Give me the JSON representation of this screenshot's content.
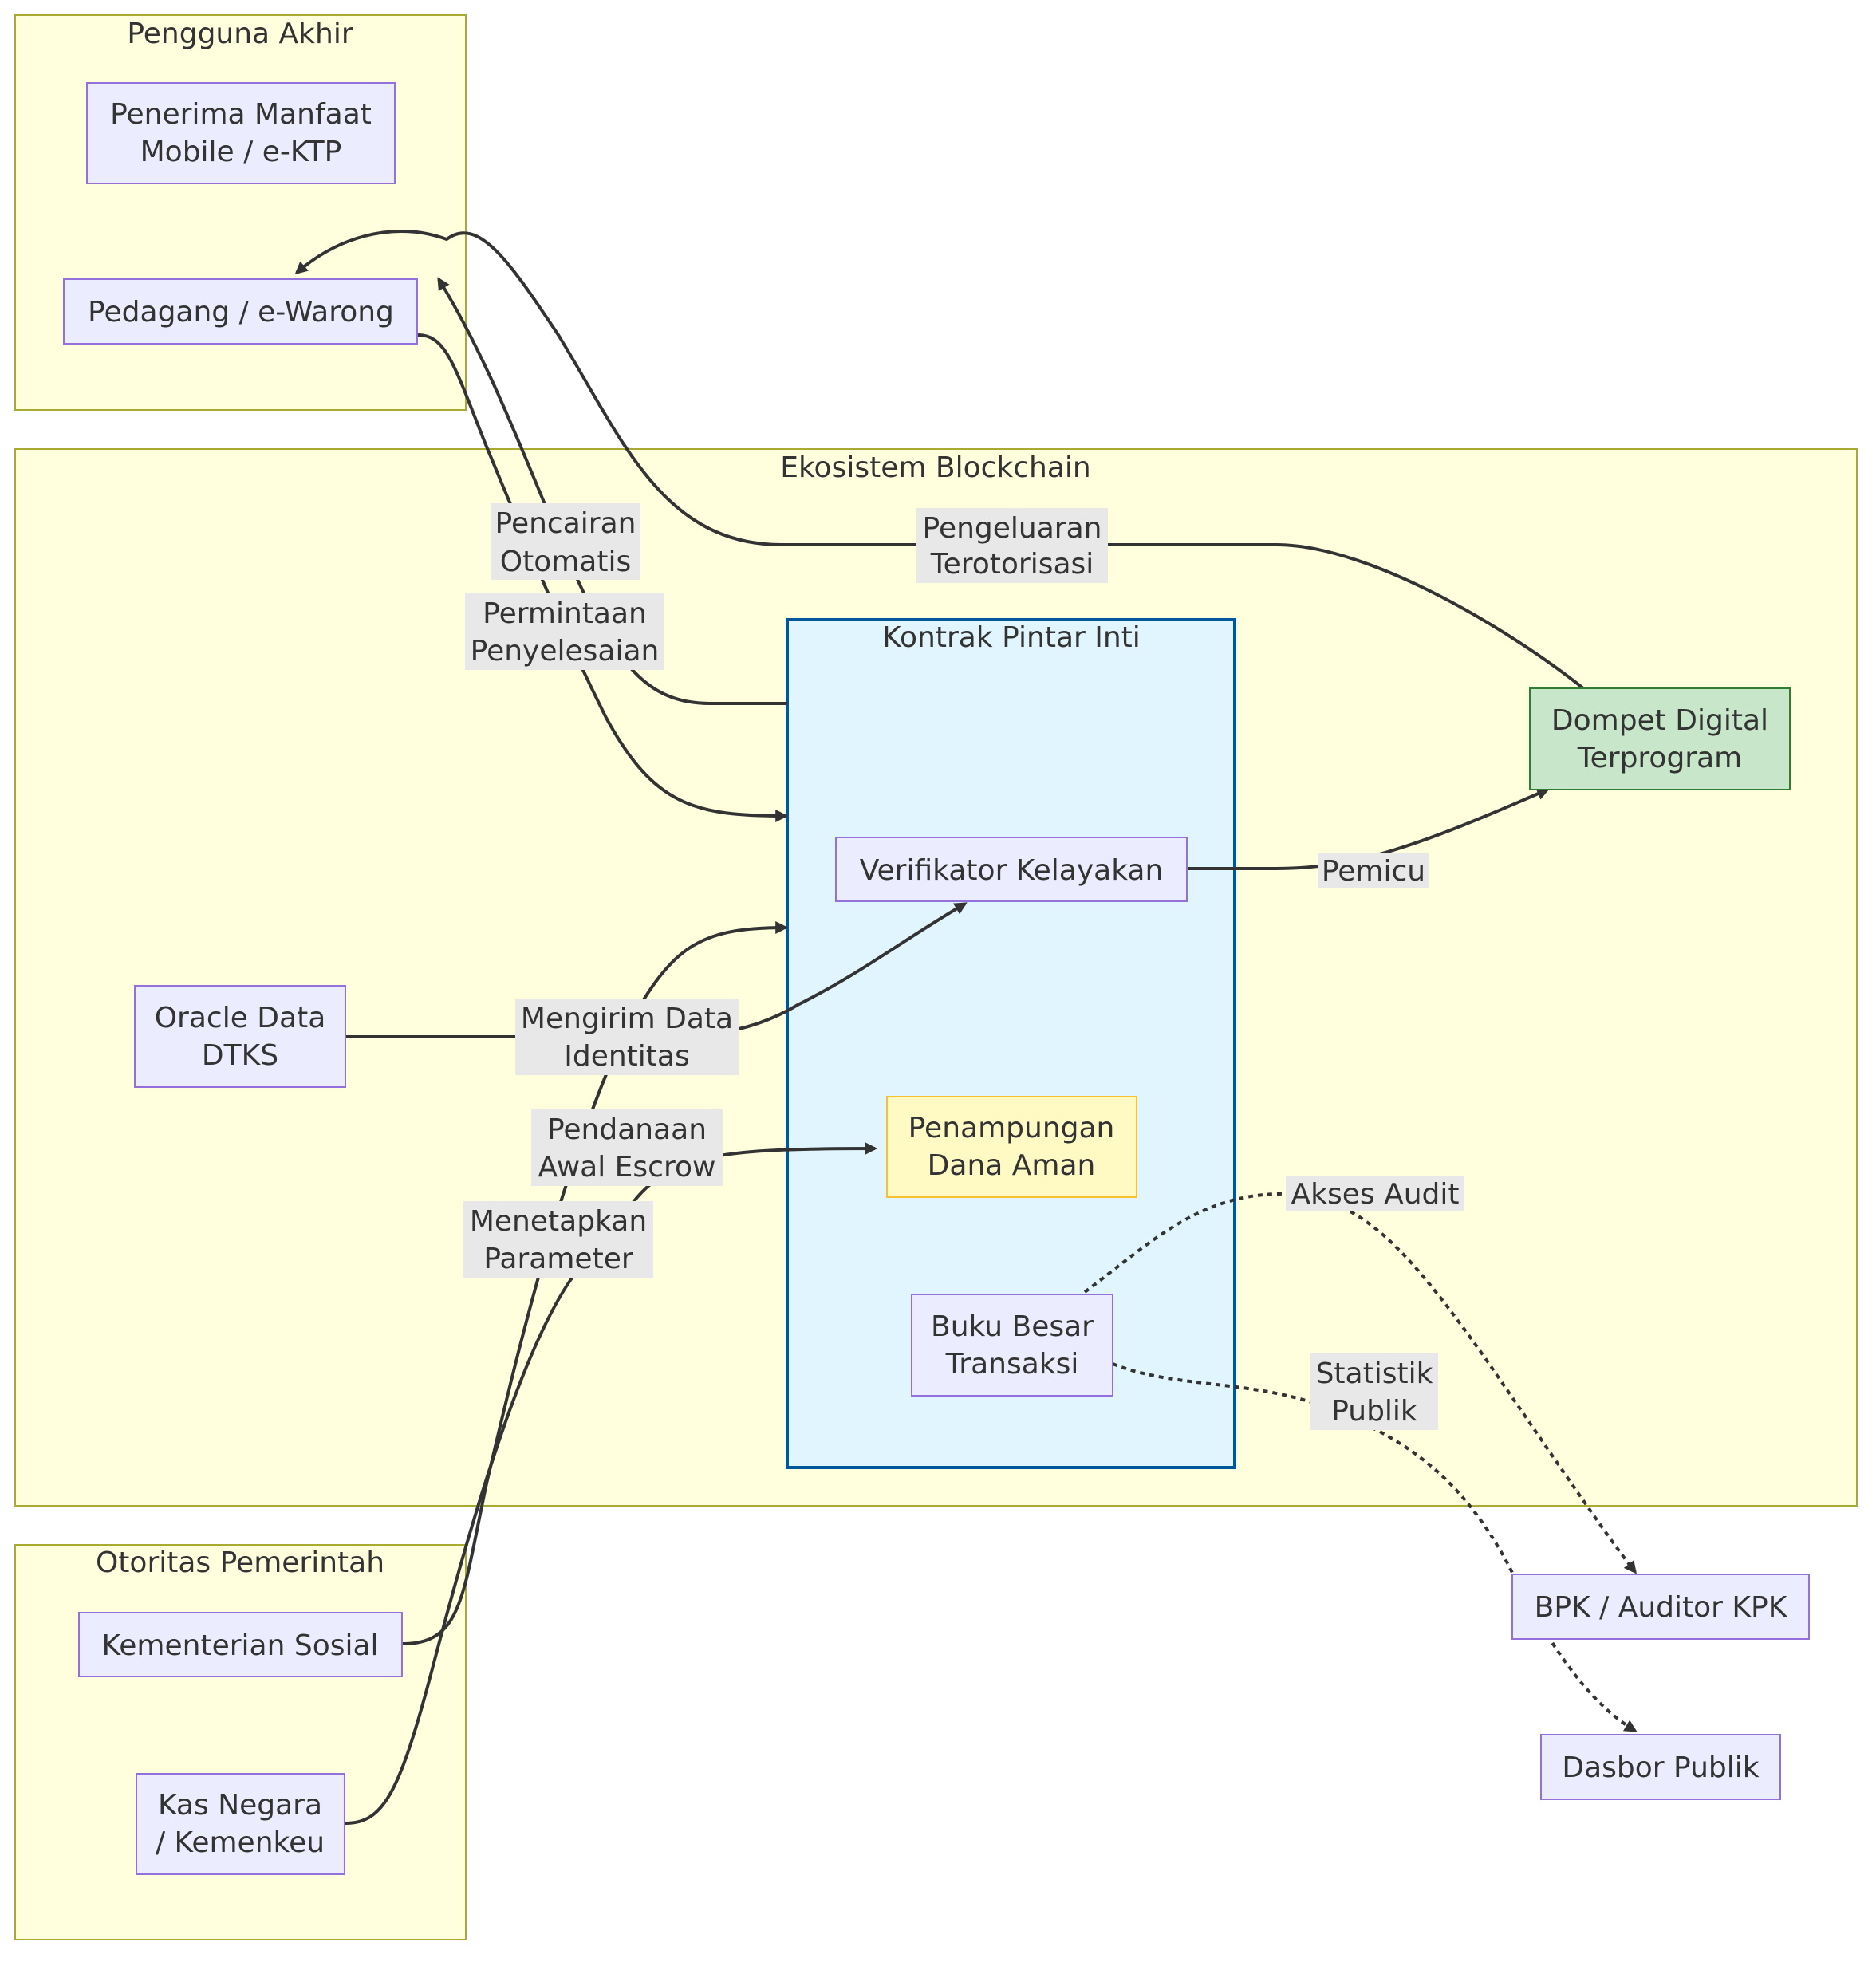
{
  "clusters": {
    "end_users": "Pengguna Akhir",
    "blockchain": "Ekosistem Blockchain",
    "core_contract": "Kontrak Pintar Inti",
    "government": "Otoritas Pemerintah"
  },
  "nodes": {
    "beneficiary": [
      "Penerima Manfaat",
      "Mobile / e-KTP"
    ],
    "merchant": [
      "Pedagang / e-Warong"
    ],
    "wallet": [
      "Dompet Digital",
      "Terprogram"
    ],
    "verifier": [
      "Verifikator Kelayakan"
    ],
    "oracle": [
      "Oracle Data",
      "DTKS"
    ],
    "escrow": [
      "Penampungan",
      "Dana Aman"
    ],
    "ledger": [
      "Buku Besar",
      "Transaksi"
    ],
    "ministry": [
      "Kementerian Sosial"
    ],
    "treasury": [
      "Kas Negara",
      "/ Kemenkeu"
    ],
    "auditor": [
      "BPK / Auditor KPK"
    ],
    "dashboard": [
      "Dasbor Publik"
    ]
  },
  "edges": {
    "auto_disbursement": [
      "Pencairan",
      "Otomatis"
    ],
    "authorized_spending": [
      "Pengeluaran",
      "Terotorisasi"
    ],
    "settlement_request": [
      "Permintaan",
      "Penyelesaian"
    ],
    "trigger": [
      "Pemicu"
    ],
    "send_identity": [
      "Mengirim Data",
      "Identitas"
    ],
    "escrow_funding": [
      "Pendanaan",
      "Awal Escrow"
    ],
    "set_parameters": [
      "Menetapkan",
      "Parameter"
    ],
    "audit_access": [
      "Akses Audit"
    ],
    "public_stats": [
      "Statistik",
      "Publik"
    ]
  },
  "colors": {
    "cluster_fill": "#ffffde",
    "cluster_stroke": "#aaaa33",
    "core_fill": "#e1f5fe",
    "core_stroke": "#01579b",
    "node_fill": "#ececff",
    "node_stroke": "#9370db",
    "wallet_fill": "#c8e6c9",
    "escrow_fill": "#fff9c4"
  }
}
